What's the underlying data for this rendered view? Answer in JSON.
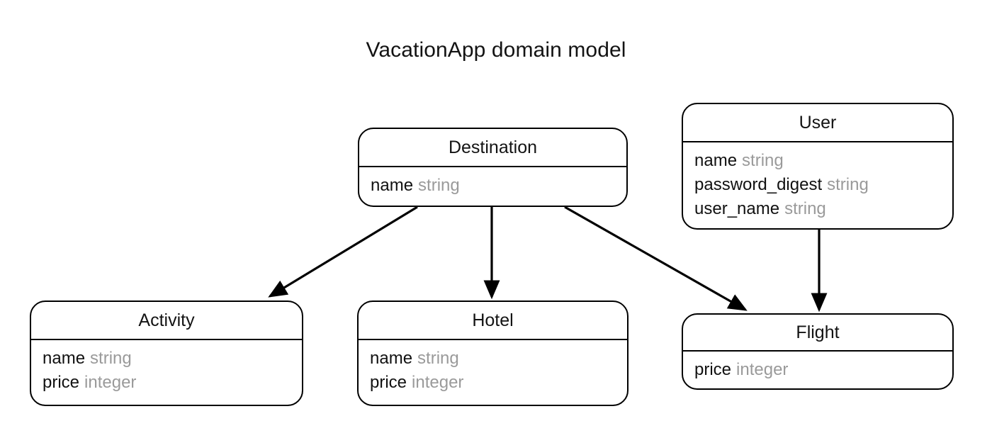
{
  "diagram": {
    "title": "VacationApp domain model",
    "type": "entity-relationship-domain-model",
    "background_color": "#ffffff",
    "stroke_color": "#000000",
    "field_name_color": "#111111",
    "field_type_color": "#9a9a9a",
    "entities": [
      {
        "id": "destination",
        "name": "Destination",
        "fields": [
          {
            "name": "name",
            "type": "string"
          }
        ]
      },
      {
        "id": "user",
        "name": "User",
        "fields": [
          {
            "name": "name",
            "type": "string"
          },
          {
            "name": "password_digest",
            "type": "string"
          },
          {
            "name": "user_name",
            "type": "string"
          }
        ]
      },
      {
        "id": "activity",
        "name": "Activity",
        "fields": [
          {
            "name": "name",
            "type": "string"
          },
          {
            "name": "price",
            "type": "integer"
          }
        ]
      },
      {
        "id": "hotel",
        "name": "Hotel",
        "fields": [
          {
            "name": "name",
            "type": "string"
          },
          {
            "name": "price",
            "type": "integer"
          }
        ]
      },
      {
        "id": "flight",
        "name": "Flight",
        "fields": [
          {
            "name": "price",
            "type": "integer"
          }
        ]
      }
    ],
    "relationships": [
      {
        "id": "destination-activity",
        "from": "destination",
        "to": "activity",
        "style": "solid-arrow"
      },
      {
        "id": "destination-hotel",
        "from": "destination",
        "to": "hotel",
        "style": "solid-arrow"
      },
      {
        "id": "destination-flight",
        "from": "destination",
        "to": "flight",
        "style": "solid-arrow"
      },
      {
        "id": "user-flight",
        "from": "user",
        "to": "flight",
        "style": "solid-arrow"
      }
    ]
  }
}
